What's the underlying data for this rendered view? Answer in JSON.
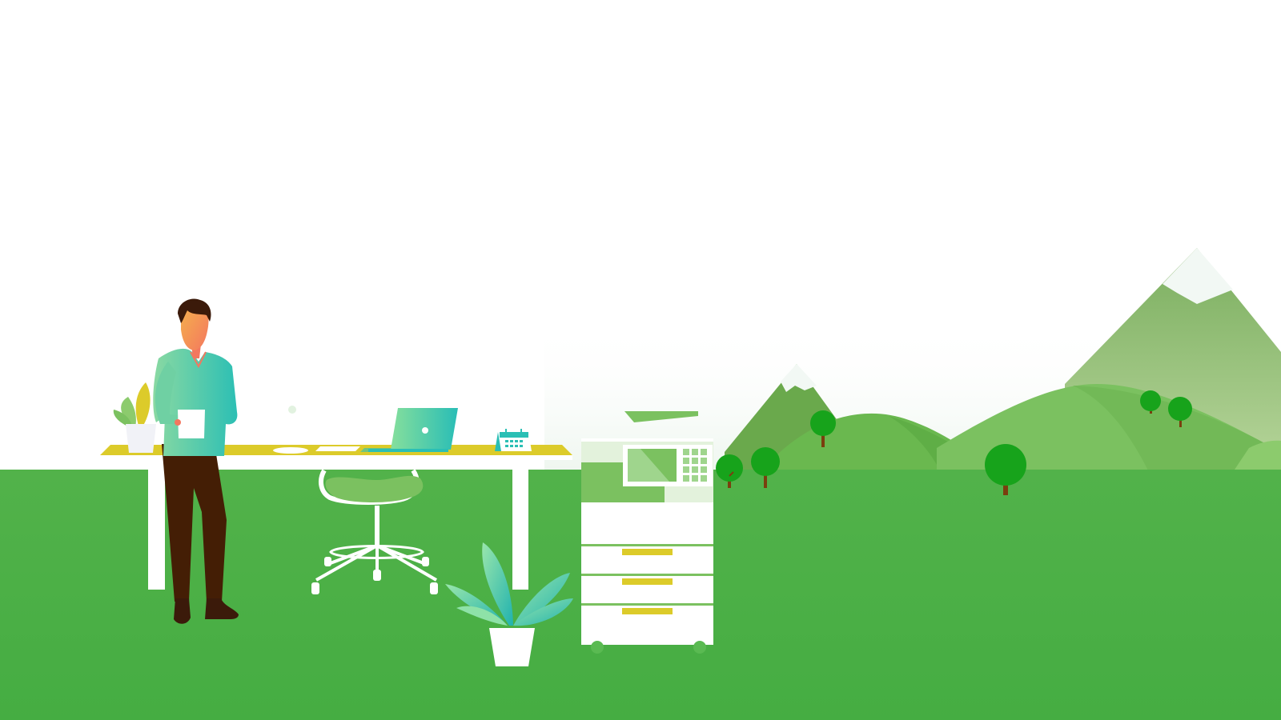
{
  "scene": {
    "description_free": true,
    "colors": {
      "sky": "#ffffff",
      "ground": "#4ab045",
      "ground_dark": "#44aa40",
      "hill_light": "#7bc160",
      "hill_mid": "#67b64e",
      "mountain": "#7fb463",
      "mountain_far": "#a9cf8c",
      "snow": "#f4faf6",
      "tree_green": "#1aa61d",
      "tree_trunk": "#7a3f0e",
      "desk_top": "#dccb2a",
      "furniture_white": "#ffffff",
      "person_shirt_start": "#7dd3a0",
      "person_shirt_end": "#2bc0b4",
      "person_pants": "#441e05",
      "person_skin_start": "#f6a548",
      "person_skin_end": "#f37c5f",
      "person_hair": "#3b1a0a",
      "laptop_start": "#7fdc9a",
      "laptop_end": "#2bbfb5",
      "chair_seat": "#7bc160",
      "plant_leaf_start": "#8ee2a8",
      "plant_leaf_end": "#22b3ae",
      "copier_panel": "#7bc160",
      "copier_accent": "#dccb2a"
    },
    "icons": [
      "person-figure",
      "desk",
      "laptop-icon",
      "calendar-icon",
      "stool-chair",
      "potted-plant",
      "photocopier",
      "trees",
      "mountains"
    ]
  }
}
